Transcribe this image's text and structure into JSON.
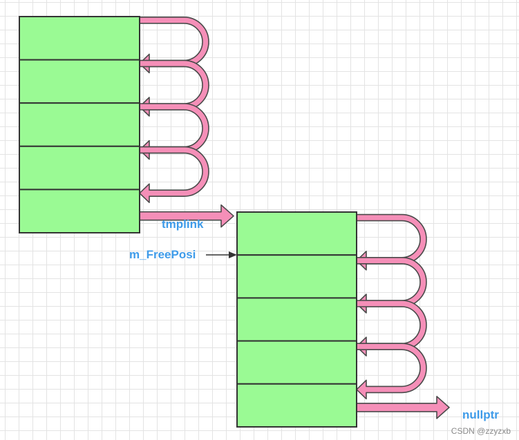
{
  "colors": {
    "block_fill": "#9afa94",
    "block_stroke": "#333333",
    "arrow_fill": "#f58fb8",
    "arrow_stroke": "#4a4a4a",
    "label_color": "#3e9be9",
    "pointer_arrow": "#333333"
  },
  "labels": {
    "tmplink": "tmplink",
    "free_posi": "m_FreePosi",
    "nullptr": "nullptr"
  },
  "watermark": "CSDN @zzyzxb",
  "blocks": [
    {
      "name": "block-1",
      "cells": 5,
      "links": [
        "next-cell",
        "next-cell",
        "next-cell",
        "next-cell",
        "next-block"
      ]
    },
    {
      "name": "block-2",
      "cells": 5,
      "links": [
        "next-cell",
        "next-cell",
        "next-cell",
        "next-cell",
        "nullptr"
      ]
    }
  ]
}
